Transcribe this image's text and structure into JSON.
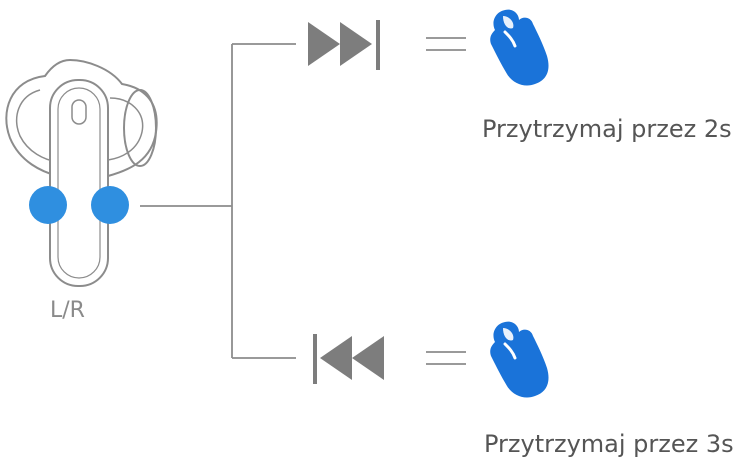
{
  "earbud": {
    "side_label": "L/R",
    "icon": "earbud-icon",
    "touch_point_color": "#2f8fe0"
  },
  "actions": [
    {
      "icon": "next-track-icon",
      "gesture_icon": "press-hand-icon",
      "hint": "Przytrzymaj przez 2s"
    },
    {
      "icon": "previous-track-icon",
      "gesture_icon": "press-hand-icon",
      "hint": "Przytrzymaj przez 3s"
    }
  ],
  "colors": {
    "outline": "#8c8c8c",
    "icon_gray": "#7d7d7d",
    "hand_blue": "#1a73d9"
  }
}
